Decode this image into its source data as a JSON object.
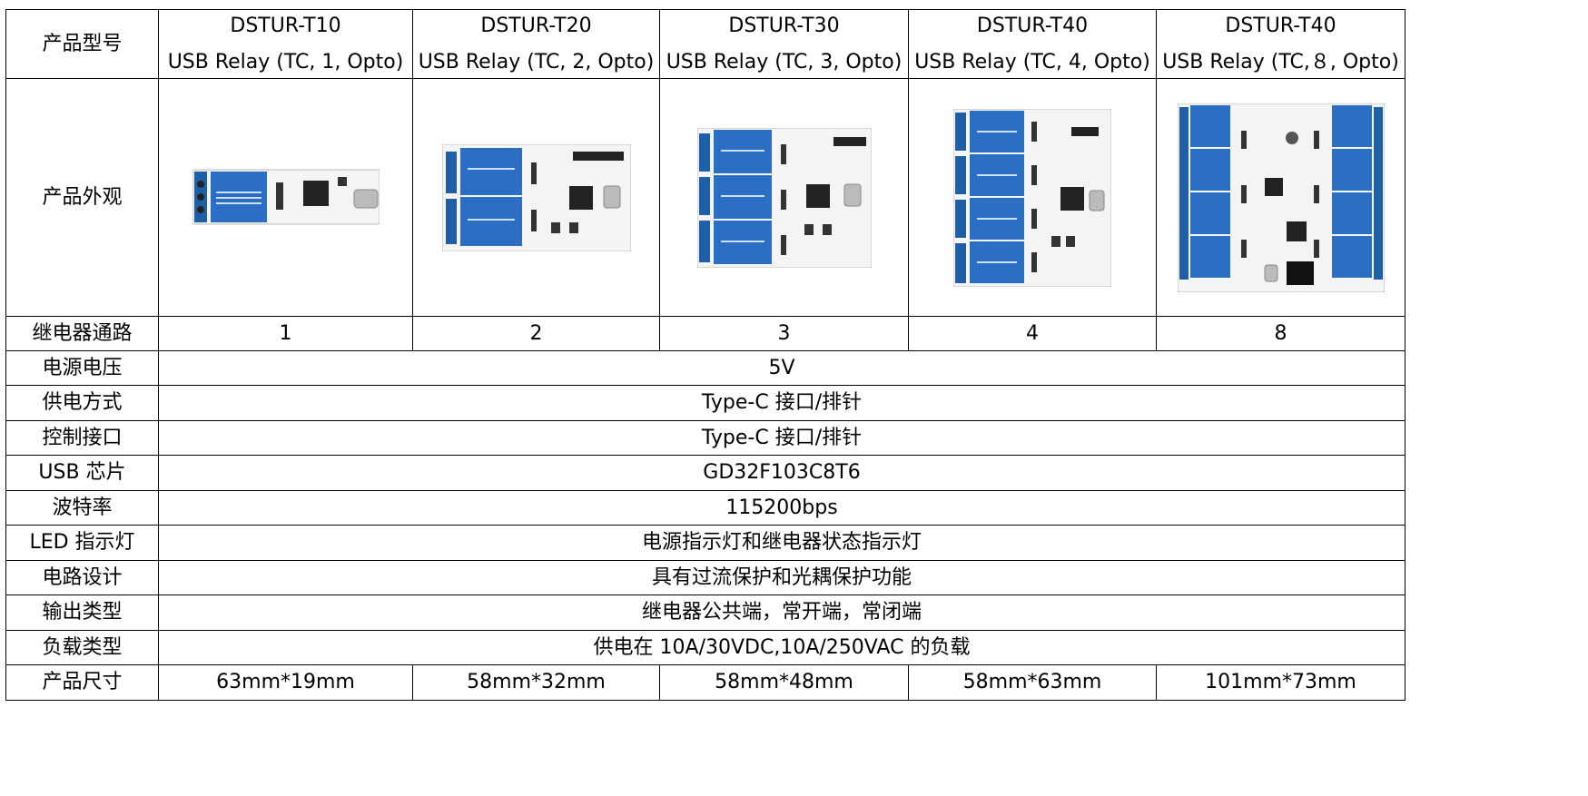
{
  "row_labels": {
    "model": "产品型号",
    "appearance": "产品外观",
    "channels": "继电器通路",
    "voltage": "电源电压",
    "power_supply": "供电方式",
    "control_interface": "控制接口",
    "usb_chip": "USB 芯片",
    "baud_rate": "波特率",
    "led": "LED 指示灯",
    "circuit": "电路设计",
    "output_type": "输出类型",
    "load_type": "负载类型",
    "size": "产品尺寸"
  },
  "products": [
    {
      "model": "DSTUR-T10",
      "desc": "USB Relay (TC, 1, Opto)",
      "channels": "1",
      "size": "63mm*19mm",
      "image": "single-relay-board"
    },
    {
      "model": "DSTUR-T20",
      "desc": "USB Relay (TC, 2, Opto)",
      "channels": "2",
      "size": "58mm*32mm",
      "image": "dual-relay-board"
    },
    {
      "model": "DSTUR-T30",
      "desc": "USB Relay (TC, 3, Opto)",
      "channels": "3",
      "size": "58mm*48mm",
      "image": "triple-relay-board"
    },
    {
      "model": "DSTUR-T40",
      "desc": "USB Relay (TC, 4, Opto)",
      "channels": "4",
      "size": "58mm*63mm",
      "image": "quad-relay-board"
    },
    {
      "model": "DSTUR-T40",
      "desc": "USB Relay (TC,８, Opto)",
      "channels": "8",
      "size": "101mm*73mm",
      "image": "octal-relay-board"
    }
  ],
  "shared": {
    "voltage": "5V",
    "power_supply": "Type-C 接口/排针",
    "control_interface": "Type-C 接口/排针",
    "usb_chip": "GD32F103C8T6",
    "baud_rate": "115200bps",
    "led": "电源指示灯和继电器状态指示灯",
    "circuit": "具有过流保护和光耦保护功能",
    "output_type": "继电器公共端，常开端，常闭端",
    "load_type": "供电在 10A/30VDC,10A/250VAC 的负载"
  },
  "colors": {
    "relay_blue": "#2a6fc4",
    "terminal_blue": "#1f5fa8",
    "pcb_white": "#f4f4f4",
    "border": "#000000"
  }
}
